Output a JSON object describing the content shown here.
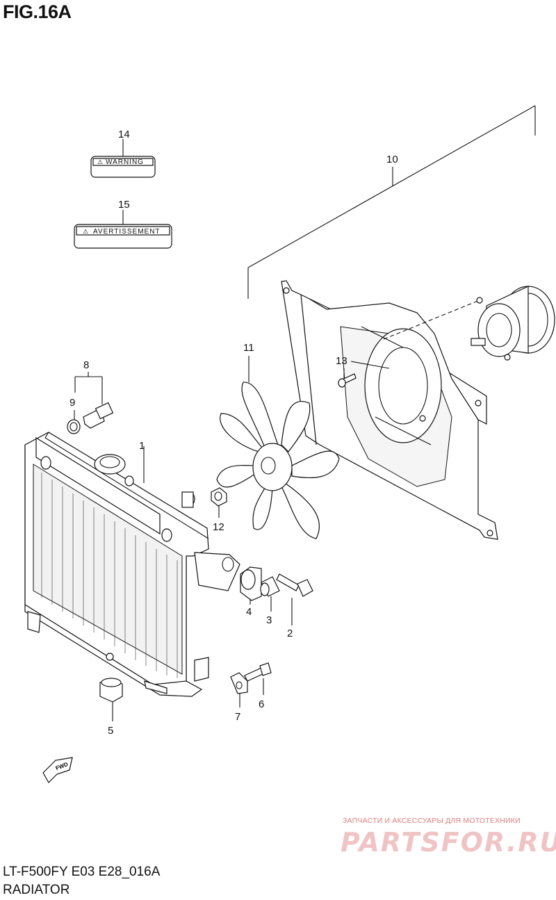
{
  "figure_title": "FIG.16A",
  "model_code": "LT-F500FY E03 E28_016A",
  "section_name": "RADIATOR",
  "labels": {
    "warning": "WARNING",
    "avertissement": "AVERTISSEMENT",
    "fwd": "FWD"
  },
  "callouts": {
    "c1": "1",
    "c2": "2",
    "c3": "3",
    "c4": "4",
    "c5": "5",
    "c6": "6",
    "c7": "7",
    "c8": "8",
    "c9": "9",
    "c10": "10",
    "c11": "11",
    "c12": "12",
    "c13": "13",
    "c14": "14",
    "c15": "15"
  },
  "watermark": {
    "small": "ЗАПЧАСТИ И АКСЕССУАРЫ ДЛЯ МОТОТЕХНИКИ",
    "big": "PARTSFOR.RU"
  },
  "colors": {
    "line": "#111111",
    "watermark_text": "#e07c7c",
    "watermark_logo": "#f0c4c4"
  }
}
